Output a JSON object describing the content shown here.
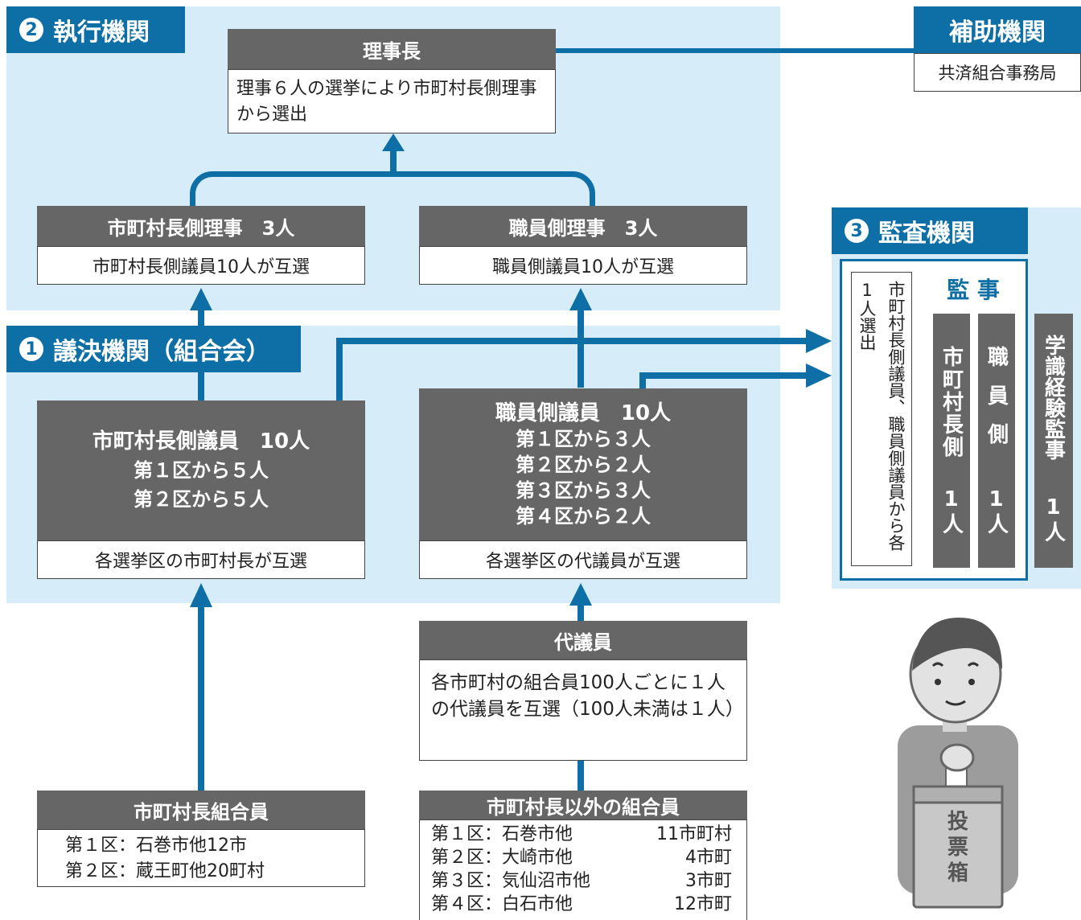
{
  "exec": {
    "num": "2",
    "title": "執行機関",
    "chair": {
      "title": "理事長",
      "desc": "理事６人の選挙により市町村長側理事から選出"
    },
    "mayor_directors": {
      "title": "市町村長側理事　3人",
      "desc": "市町村長側議員10人が互選"
    },
    "staff_directors": {
      "title": "職員側理事　3人",
      "desc": "職員側議員10人が互選"
    }
  },
  "aux": {
    "title": "補助機関",
    "desc": "共済組合事務局"
  },
  "council": {
    "num": "1",
    "title": "議決機関（組合会）",
    "mayor_members": {
      "title": "市町村長側議員　10人",
      "lines": [
        "第１区から５人",
        "第２区から５人"
      ],
      "foot": "各選挙区の市町村長が互選"
    },
    "staff_members": {
      "title": "職員側議員　10人",
      "lines": [
        "第１区から３人",
        "第２区から２人",
        "第３区から３人",
        "第４区から２人"
      ],
      "foot": "各選挙区の代議員が互選"
    }
  },
  "audit": {
    "num": "3",
    "title": "監査機関",
    "auditors": "監 事",
    "note": "市町村長側議員、職員側議員から各1人選出",
    "mayor_side": {
      "label": "市町村長側",
      "count": "1人"
    },
    "staff_side": {
      "label": "職員側",
      "count": "1人"
    },
    "expert": {
      "label": "学識経験監事",
      "count": "1人"
    }
  },
  "delegates": {
    "title": "代議員",
    "desc": "各市町村の組合員100人ごとに１人の代議員を互選（100人未満は１人）"
  },
  "mayor_union": {
    "title": "市町村長組合員",
    "rows": [
      "第１区：石巻市他12市",
      "第２区：蔵王町他20町村"
    ]
  },
  "other_union": {
    "title": "市町村長以外の組合員",
    "rows": [
      {
        "district": "第１区：石巻市他",
        "count": "11市町村"
      },
      {
        "district": "第２区：大崎市他",
        "count": "4市町"
      },
      {
        "district": "第３区：気仙沼市他",
        "count": "3市町"
      },
      {
        "district": "第４区：白石市他",
        "count": "12市町"
      }
    ]
  },
  "ballot_box": {
    "label": "投票箱"
  },
  "colors": {
    "accent": "#0e6fa6",
    "region": "#d6ecf8",
    "header": "#666666"
  }
}
